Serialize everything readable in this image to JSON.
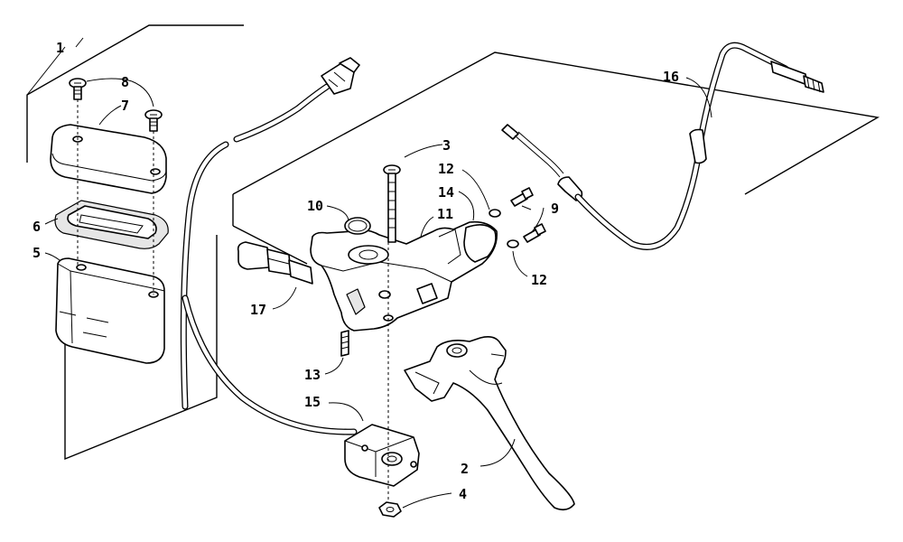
{
  "callouts": [
    {
      "id": "1",
      "label": "1"
    },
    {
      "id": "2",
      "label": "2"
    },
    {
      "id": "3",
      "label": "3"
    },
    {
      "id": "4",
      "label": "4"
    },
    {
      "id": "5",
      "label": "5"
    },
    {
      "id": "6",
      "label": "6"
    },
    {
      "id": "7",
      "label": "7"
    },
    {
      "id": "8",
      "label": "8"
    },
    {
      "id": "9",
      "label": "9"
    },
    {
      "id": "10",
      "label": "10"
    },
    {
      "id": "11",
      "label": "11"
    },
    {
      "id": "12a",
      "label": "12"
    },
    {
      "id": "12b",
      "label": "12"
    },
    {
      "id": "13",
      "label": "13"
    },
    {
      "id": "14",
      "label": "14"
    },
    {
      "id": "15",
      "label": "15"
    },
    {
      "id": "16",
      "label": "16"
    },
    {
      "id": "17",
      "label": "17"
    }
  ],
  "colors": {
    "line": "#000000",
    "background": "#ffffff",
    "fill_shade": "#e6e6e6"
  }
}
